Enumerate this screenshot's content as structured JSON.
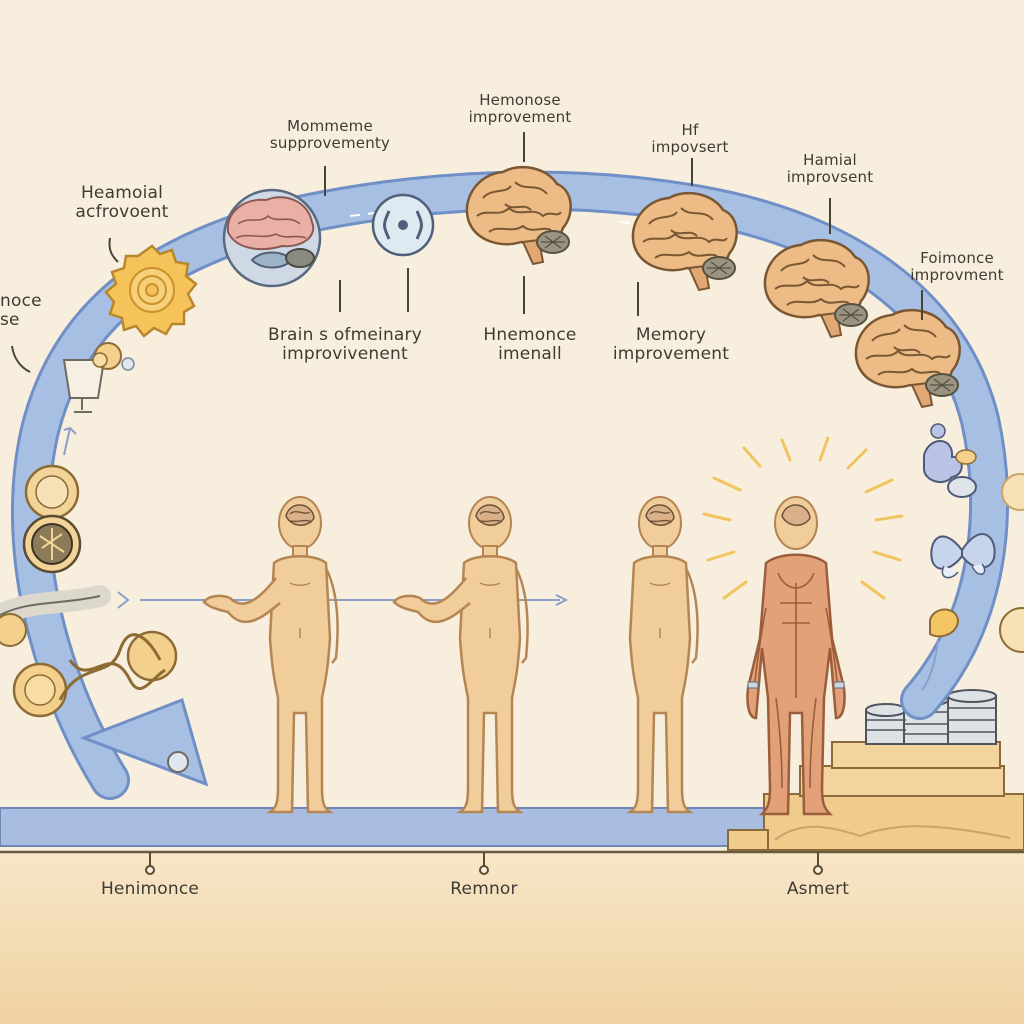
{
  "arc_labels": [
    {
      "line1": "noce",
      "line2": "se"
    },
    {
      "line1": "Heamoial",
      "line2": "acfrovoent"
    },
    {
      "line1": "Mommeme",
      "line2": "supprovementy"
    },
    {
      "line1": "Hemonose",
      "line2": "improvement"
    },
    {
      "line1": "Hf",
      "line2": "impovsert"
    },
    {
      "line1": "Hamial",
      "line2": "improvsent"
    },
    {
      "line1": "Foimonce",
      "line2": "improvment"
    }
  ],
  "inner_labels": [
    {
      "line1": "Brain s ofmeinary",
      "line2": "improvivenent"
    },
    {
      "line1": "Hnemonce",
      "line2": "imenall"
    },
    {
      "line1": "Memory",
      "line2": "improvement"
    }
  ],
  "timeline_labels": [
    "Henimonce",
    "Remnor",
    "Asmert"
  ],
  "colors": {
    "background": "#f8eedd",
    "arc": "#9db4d8",
    "ground": "#f0d3a0",
    "skin": "#f1cd9b",
    "brain": "#e8b886",
    "muscle": "#e0a07a",
    "sun": "#f1c45f",
    "platform": "#efcb8c"
  }
}
